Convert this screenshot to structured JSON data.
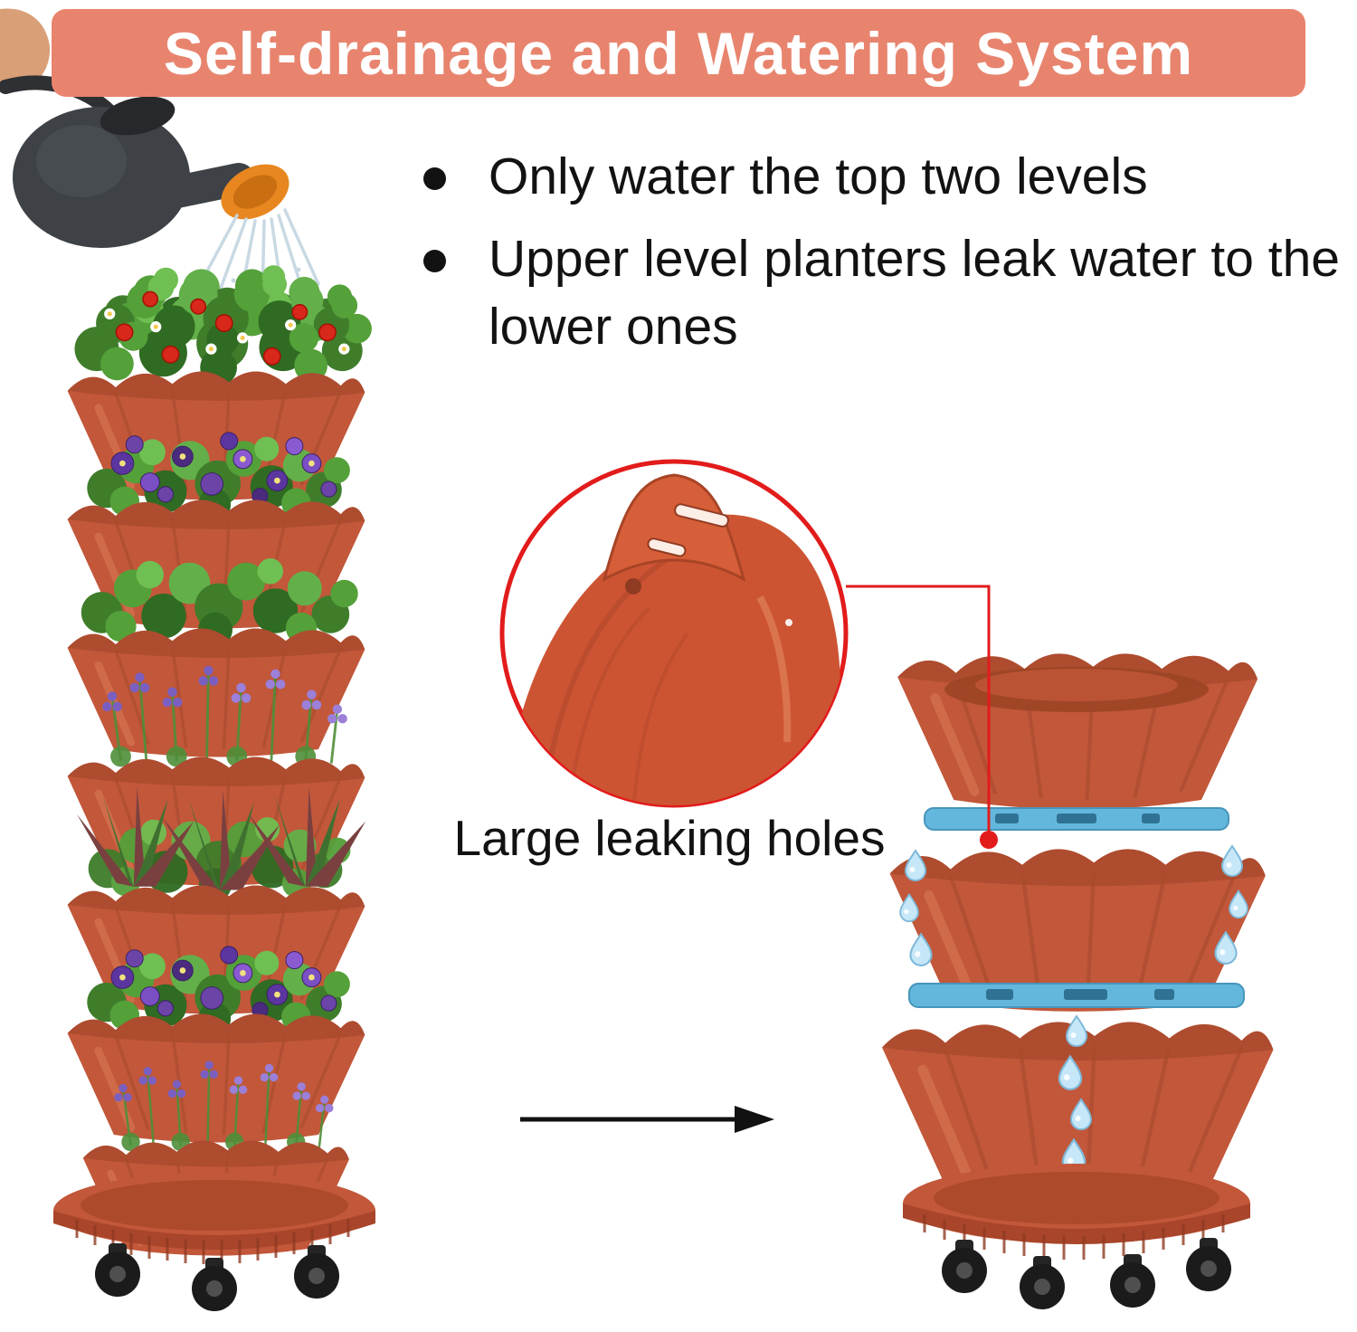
{
  "banner": {
    "title": "Self-drainage and Watering System"
  },
  "bullets": {
    "items": [
      "Only water the top two levels",
      "Upper level planters leak water to the lower ones"
    ]
  },
  "inset": {
    "caption": "Large leaking holes"
  },
  "colors": {
    "banner_bg": "#E8846E",
    "terracotta": "#C2573A",
    "water_blue": "#63B7DC",
    "accent_red": "#E21B1B",
    "text_color": "#121212"
  }
}
